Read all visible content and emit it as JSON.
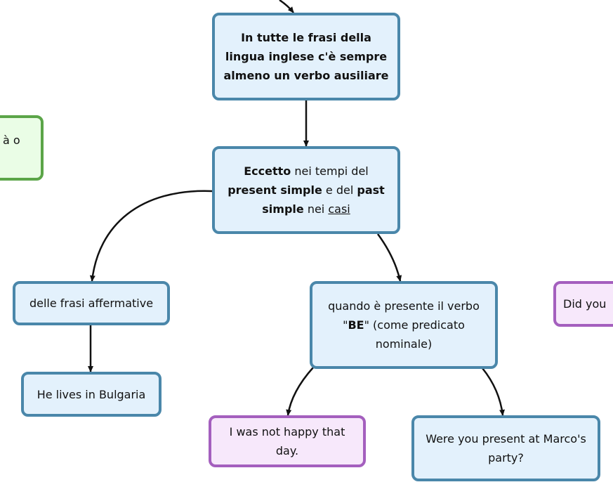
{
  "nodes": {
    "main": {
      "text": "In tutte le frasi della lingua inglese c'è sempre almeno un verbo ausiliare"
    },
    "eccetto": {
      "w1": "Eccetto",
      "w2": " nei tempi del ",
      "w3": "present simple",
      "w4": " e del ",
      "w5": "past simple",
      "w6": " nei ",
      "w7": "casi"
    },
    "affermative": {
      "text": "delle frasi affermative"
    },
    "bulgaria": {
      "text": "He lives in Bulgaria"
    },
    "be": {
      "w1": "quando è presente il verbo \"",
      "w2": "BE",
      "w3": "\" (come predicato nominale)"
    },
    "happy": {
      "text": "I was not happy that day."
    },
    "party": {
      "text": "Were you present at Marco's party?"
    },
    "didyou": {
      "text": "Did you"
    },
    "left_partial": {
      "text": "à o"
    }
  },
  "colors": {
    "blue_fill": "#e3f1fc",
    "blue_border": "#4a87aa",
    "purple_fill": "#f7e8fb",
    "purple_border": "#a45fbe",
    "green_fill": "#eafde6",
    "green_border": "#5ba548",
    "edge": "#111111"
  }
}
